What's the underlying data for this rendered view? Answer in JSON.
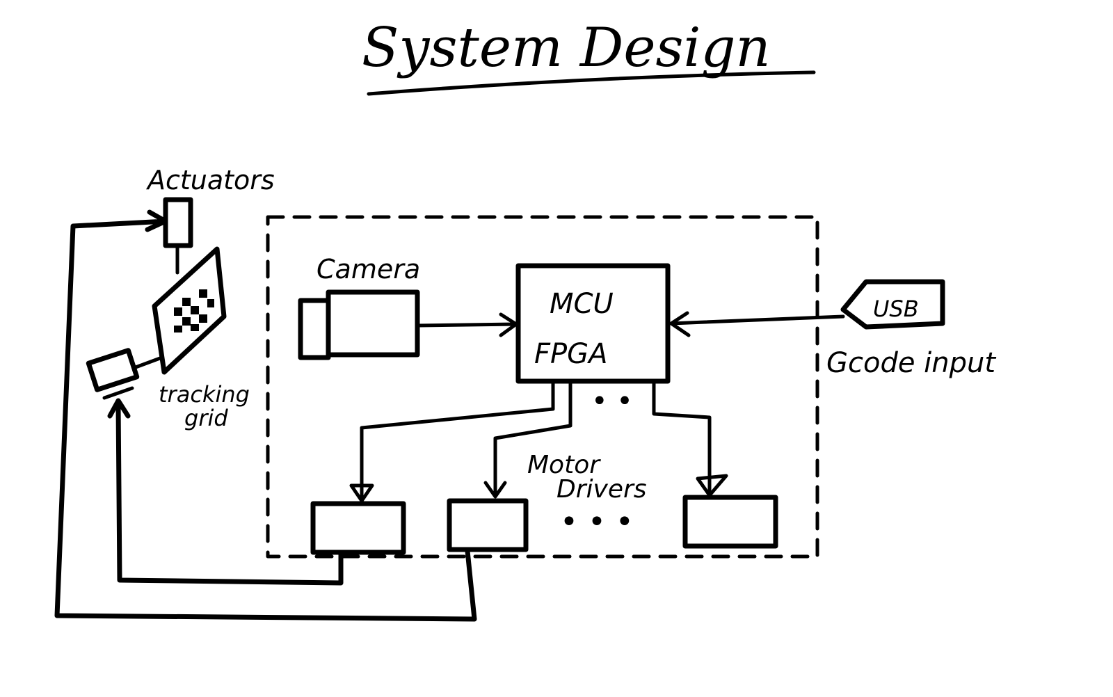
{
  "title": "System Design",
  "labels": {
    "actuators": "Actuators",
    "camera": "Camera",
    "mcu": "MCU",
    "fpga": "FPGA",
    "usb": "USB",
    "gcode_input": "Gcode input",
    "motor": "Motor",
    "drivers": "Drivers",
    "tracking": "tracking",
    "grid": "grid",
    "ellipsis_bus": "• •",
    "ellipsis_drivers": "•  •  •"
  },
  "colors": {
    "ink": "#000000",
    "background": "#ffffff"
  }
}
